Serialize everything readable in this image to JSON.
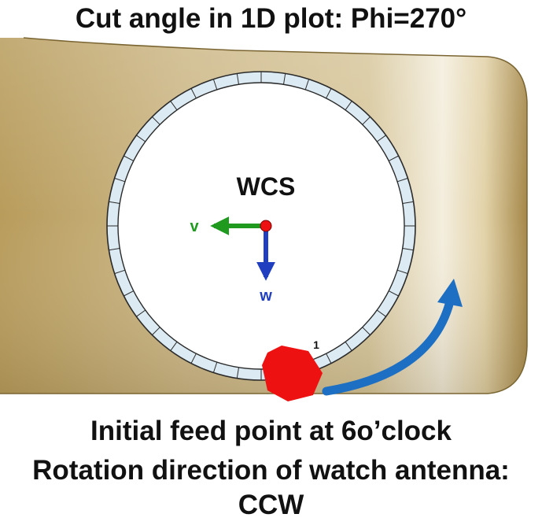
{
  "title": "Cut angle in 1D plot: Phi=270°",
  "model": {
    "wcs_label": "WCS",
    "axis_v_label": "v",
    "axis_w_label": "w",
    "port_label": "1"
  },
  "caption": {
    "line1": "Initial feed point at 6o’clock",
    "line2": "Rotation direction of watch antenna:",
    "line3": "CCW"
  },
  "colors": {
    "body_gold": "#c8b27a",
    "ring_fill": "#dcebf3",
    "feed_red": "#ee1111",
    "axis_v_green": "#1f9a1f",
    "axis_w_blue": "#1f3fc0",
    "rotation_arrow": "#1d6fc4"
  }
}
